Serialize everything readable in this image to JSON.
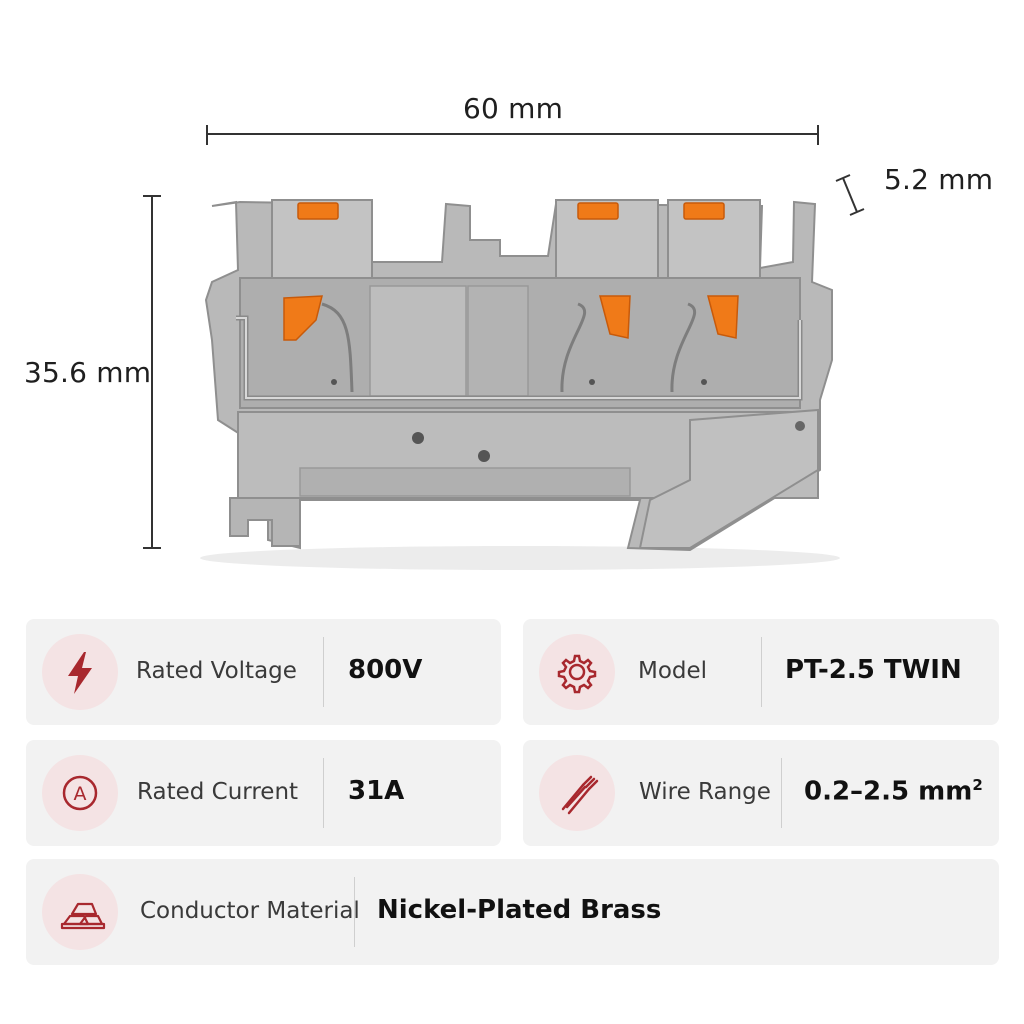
{
  "dimensions": {
    "width_label": "60 mm",
    "height_label": "35.6 mm",
    "depth_label": "5.2 mm"
  },
  "colors": {
    "accent": "#a8282e",
    "icon_bg": "#f4e3e4",
    "card_bg": "#f2f2f2",
    "housing": "#b9b9b9",
    "lever": "#f07a18"
  },
  "specs": {
    "rated_voltage": {
      "icon": "lightning-icon",
      "label": "Rated Voltage",
      "value": "800V"
    },
    "model": {
      "icon": "gear-icon",
      "label": "Model",
      "value": "PT-2.5 TWIN"
    },
    "rated_current": {
      "icon": "ampere-icon",
      "label": "Rated Current",
      "value": "31A"
    },
    "wire_range": {
      "icon": "wire-icon",
      "label": "Wire Range",
      "value": "0.2–2.5 mm",
      "unit_superscript": "2"
    },
    "conductor_material": {
      "icon": "ingot-icon",
      "label": "Conductor Material",
      "value": "Nickel-Plated Brass"
    }
  }
}
